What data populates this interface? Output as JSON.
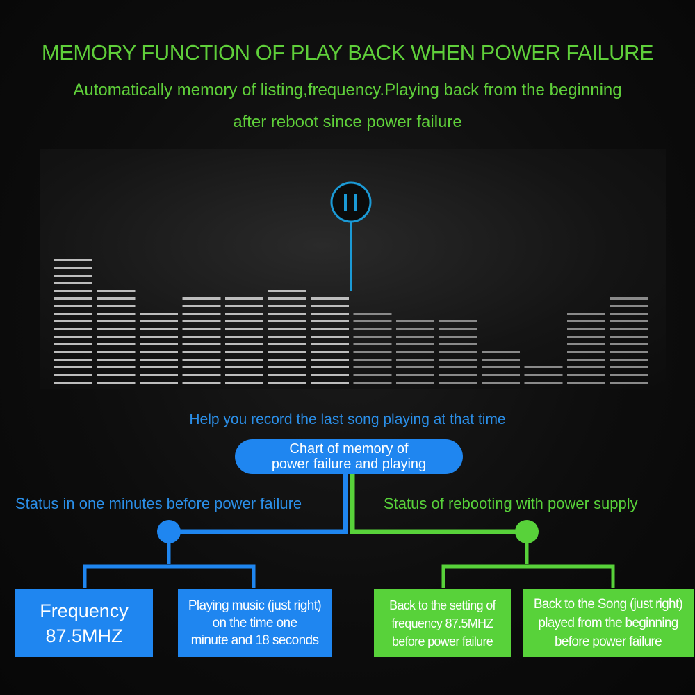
{
  "header": {
    "title": "MEMORY FUNCTION OF PLAY BACK WHEN POWER FAILURE",
    "subtitle_line1": "Automatically memory of listing,frequency.Playing back from the beginning",
    "subtitle_line2": "after reboot since power failure"
  },
  "equalizer": {
    "pause_icon": "pause-icon",
    "bar_levels": [
      17,
      13,
      10,
      12,
      12,
      13,
      12,
      10,
      9,
      9,
      5,
      3,
      10,
      12
    ],
    "bar_peaks": [
      17,
      13,
      10,
      12,
      12,
      13,
      12,
      10,
      9,
      9,
      5,
      3,
      10,
      12
    ],
    "highlight_colors": {
      "ring": "#1b9ad6",
      "bright_segment": "#bdbdbd",
      "dim_segment": "#8a8a8a"
    }
  },
  "diagram": {
    "top_caption": "Help you record the last song playing at that time",
    "center_pill": {
      "line1": "Chart of memory of",
      "line2": "power failure and playing"
    },
    "left_branch_label": "Status in one minutes before power failure",
    "right_branch_label": "Status of rebooting with power supply",
    "boxes": {
      "frequency": {
        "line1": "Frequency",
        "line2": "87.5MHZ"
      },
      "playing_music": {
        "line1": "Playing music (just right)",
        "line2": "on the time one",
        "line3": "minute and 18 seconds"
      },
      "back_setting": {
        "line1": "Back to the setting of",
        "line2": "frequency 87.5MHZ",
        "line3": "before power failure"
      },
      "back_song": {
        "line1": "Back to the Song (just right)",
        "line2": "played from the beginning",
        "line3": "before power failure"
      }
    },
    "colors": {
      "blue": "#1f86f0",
      "green": "#58d23a",
      "caption_blue": "#2b8fe8"
    }
  }
}
